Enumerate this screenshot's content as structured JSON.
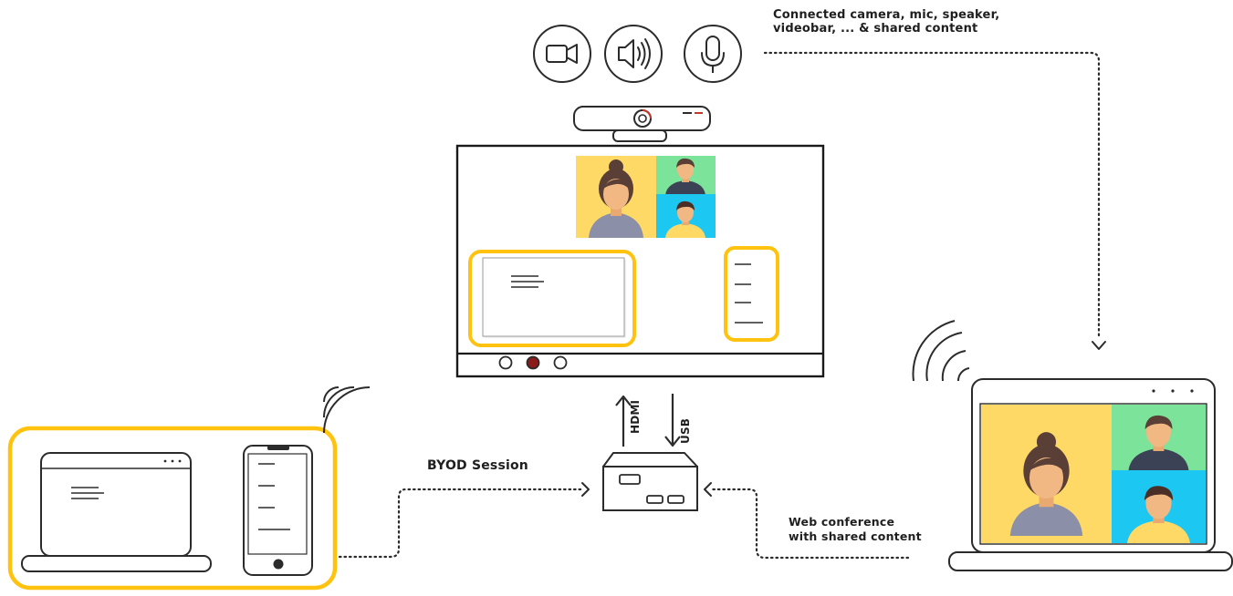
{
  "labels": {
    "peripherals_line1": "Connected camera, mic, speaker,",
    "peripherals_line2": "videobar, ... & shared content",
    "byod": "BYOD Session",
    "webconf_line1": "Web conference",
    "webconf_line2": "with shared content",
    "hdmi": "HDMI",
    "usb": "USB"
  },
  "icons": [
    "camera-icon",
    "speaker-icon",
    "microphone-icon",
    "videobar-icon",
    "wifi-icon"
  ],
  "colors": {
    "highlight": "#FFC20E",
    "outline": "#2b2b2b",
    "avatar_yellow": "#FFD966",
    "avatar_green": "#7BE39A",
    "avatar_blue": "#1CC7F2",
    "record_red": "#8B1A1A"
  }
}
